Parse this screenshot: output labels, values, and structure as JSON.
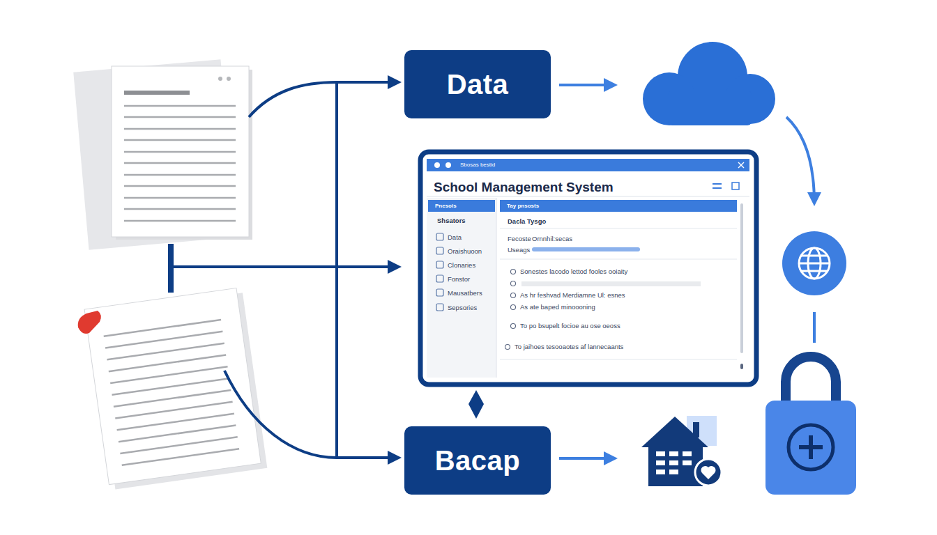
{
  "diagram": {
    "nodes": [
      {
        "text": [
          "Data"
        ]
      },
      {
        "text": [
          "Sbosas bestid",
          "School Management System"
        ]
      },
      {
        "text": [
          "Pnesois"
        ],
        "in": 1
      },
      {
        "text": [
          "Tay pnsosts"
        ],
        "in": 1
      },
      {
        "text": [
          "Bacap"
        ]
      }
    ],
    "labels": [
      "Shsators",
      "Data",
      "Oraishuoon",
      "Clonaries",
      "Fonstor",
      "Mausatbers",
      "Sepsories",
      "Dacla Tysgo",
      "Fecoste",
      "Ornnhil:secas",
      "Useags",
      "Sonestes lacodo lettod fooles ooiaity",
      "As hr feshvad Merdiamne Ul: esnes",
      "As ate baped minoooning",
      "To po bsupelt focioe au ose oeoss",
      "To jaihoes tesooaotes af lannecaants"
    ]
  }
}
